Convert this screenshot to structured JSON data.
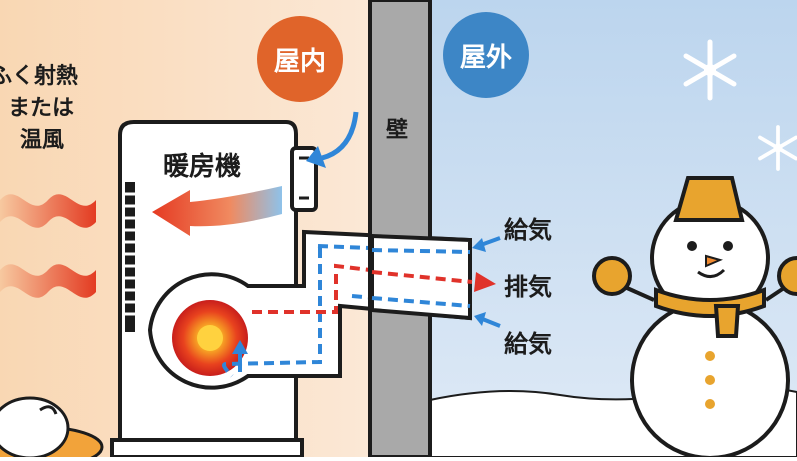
{
  "indoor_label": "屋内",
  "outdoor_label": "屋外",
  "wall_label": "壁",
  "heater_label": "暖房機",
  "radiant_lines": [
    "ふく射熱",
    "または",
    "温風"
  ],
  "air_labels": {
    "intake_top": "給気",
    "exhaust": "排気",
    "intake_bottom": "給気"
  },
  "colors": {
    "indoor_badge": "#E0642A",
    "outdoor_badge": "#3D86C6",
    "hot_air": "#E0322A",
    "cool_air": "#2F86D8",
    "snowman_accent": "#E8A42E"
  }
}
